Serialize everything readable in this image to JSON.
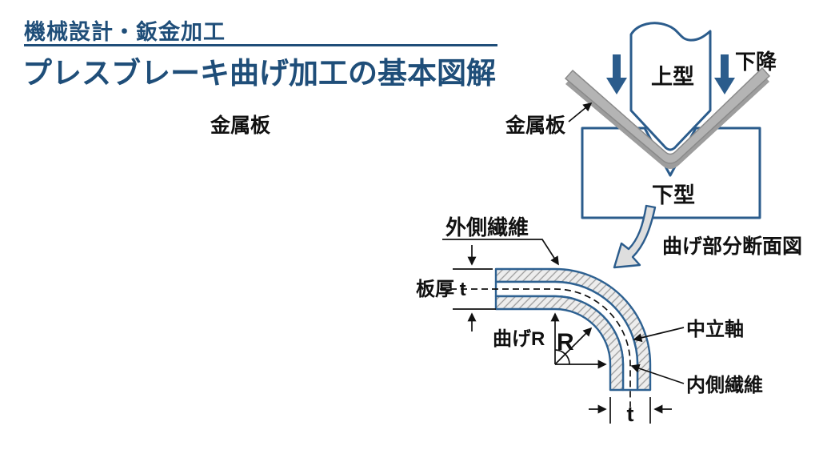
{
  "slide": {
    "header": {
      "kicker": "機械設計・鈑金加工",
      "title": "プレスブレーキ曲げ加工の基本図解"
    },
    "press": {
      "upper_die_label": "上型",
      "lower_die_label": "下型",
      "descend_label": "下降",
      "sheet_label": "金属板",
      "section_caption": "曲げ部分断面図"
    },
    "floating_sheet_label": "金属板",
    "section": {
      "outer_fiber_label": "外側繊維",
      "thickness_label": "板厚 t",
      "bend_radius_label": "曲げR",
      "radius_symbol": "R",
      "neutral_axis_label": "中立軸",
      "inner_fiber_label": "内側繊維",
      "thickness_symbol": "t"
    },
    "colors": {
      "navy": "#1f4e79",
      "diagram_blue": "#2e6191",
      "arrow_blue": "#2b5c8c",
      "sheet_gray": "#b4b4b4",
      "sheet_shadow": "#9d9d9d",
      "hatch_bg": "#ededed",
      "hatch_line": "#9c9c9c",
      "hollow_arrow_fill": "#dedede",
      "text_black": "#111111"
    }
  }
}
